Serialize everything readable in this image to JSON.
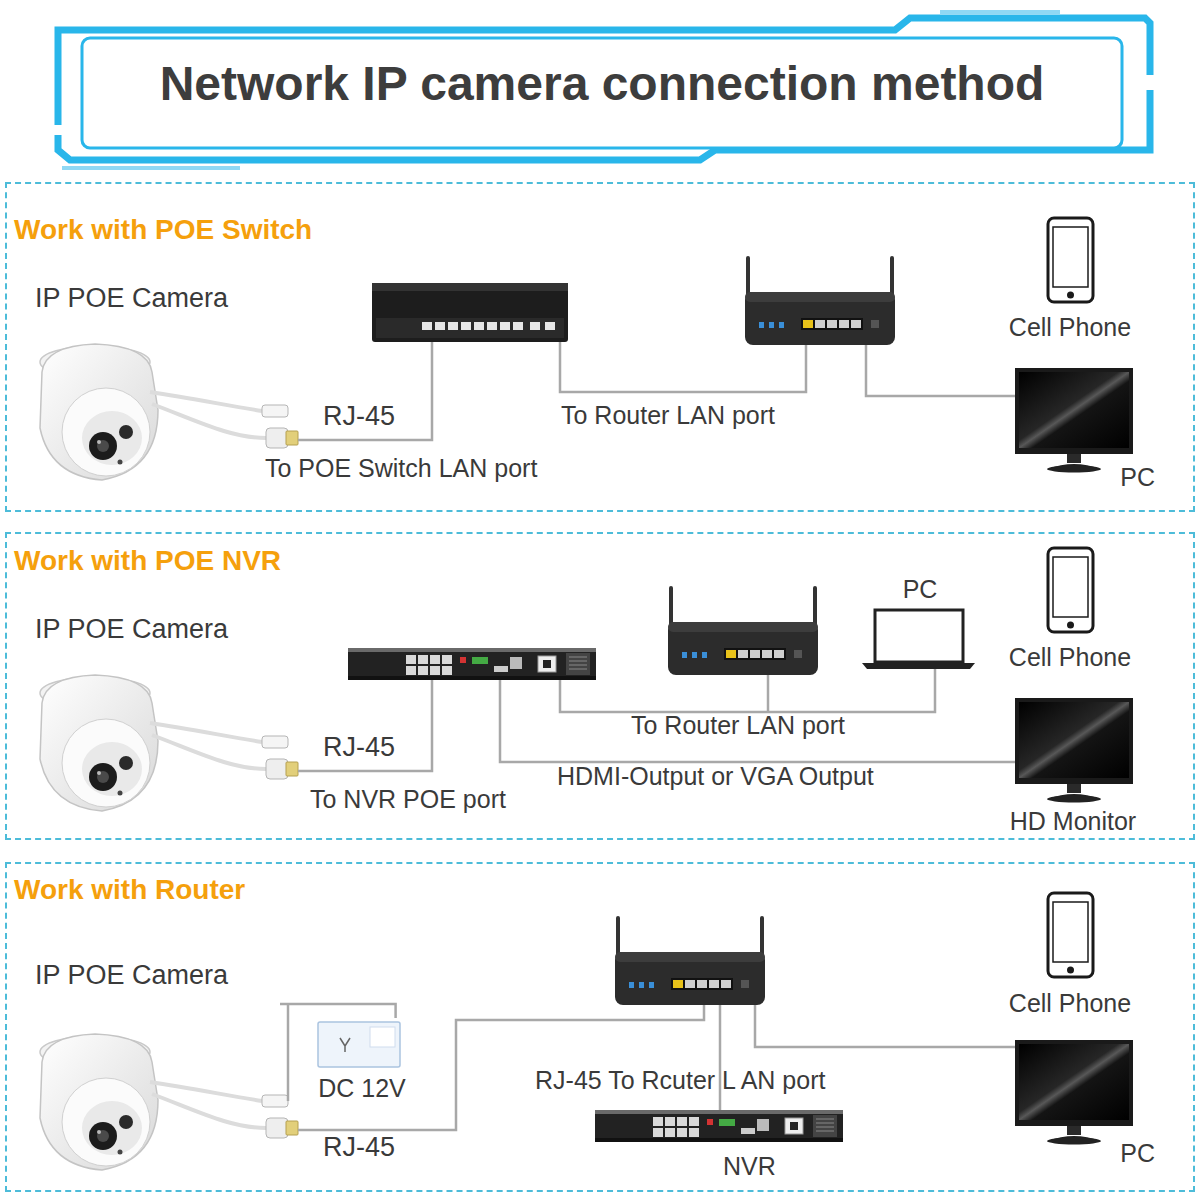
{
  "diagram": {
    "title": "Network IP camera connection method",
    "nodes": [
      {
        "text": [
          "Work with POE Switch"
        ]
      },
      {
        "text": [
          "IP POE Camera"
        ],
        "in": 0
      },
      {
        "text": [
          "Cell Phone"
        ],
        "in": 0
      },
      {
        "text": [
          "PC"
        ],
        "in": 0
      },
      {
        "text": [
          "Work with POE NVR"
        ]
      },
      {
        "text": [
          "IP POE Camera"
        ],
        "in": 4
      },
      {
        "text": [
          "PC"
        ],
        "in": 4
      },
      {
        "text": [
          "Cell Phone"
        ],
        "in": 4
      },
      {
        "text": [
          "HD Monitor"
        ],
        "in": 4
      },
      {
        "text": [
          "Work with Router"
        ]
      },
      {
        "text": [
          "IP POE Camera"
        ],
        "in": 9
      },
      {
        "text": [
          "Cell Phone"
        ],
        "in": 9
      },
      {
        "text": [
          "DC 12V"
        ],
        "in": 9
      },
      {
        "text": [
          "NVR"
        ],
        "in": 9
      },
      {
        "text": [
          "PC"
        ],
        "in": 9
      }
    ],
    "edges": [
      {
        "from": 10,
        "to": 12,
        "arrow": "none"
      }
    ],
    "labels": [
      "RJ-45",
      "To POE Switch LAN port",
      "To Router LAN port",
      "RJ-45",
      "To NVR POE port",
      "To Router LAN port",
      "HDMI-Output or VGA Output",
      "RJ-45 To Rcuter L AN port",
      "RJ-45"
    ]
  }
}
